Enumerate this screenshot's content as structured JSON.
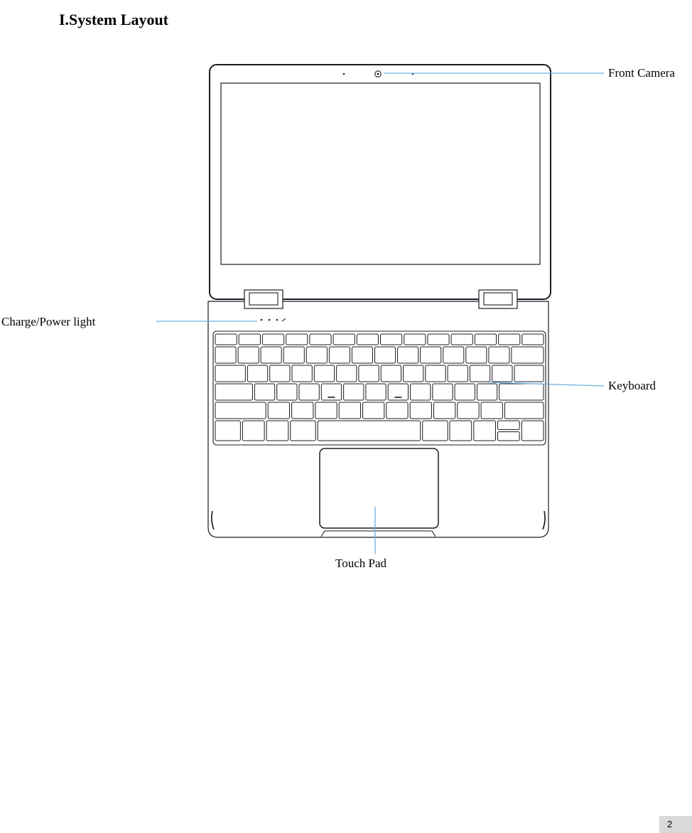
{
  "page": {
    "title": "I.System Layout",
    "page_number": "2"
  },
  "callouts": {
    "front_camera": "Front Camera",
    "charge_power_light": "Charge/Power light",
    "keyboard": "Keyboard",
    "touch_pad": "Touch Pad"
  },
  "colors": {
    "drawing_line": "#1B1B26",
    "callout_line": "#6FB0DC",
    "page_number_bg": "#D9D9D9"
  }
}
